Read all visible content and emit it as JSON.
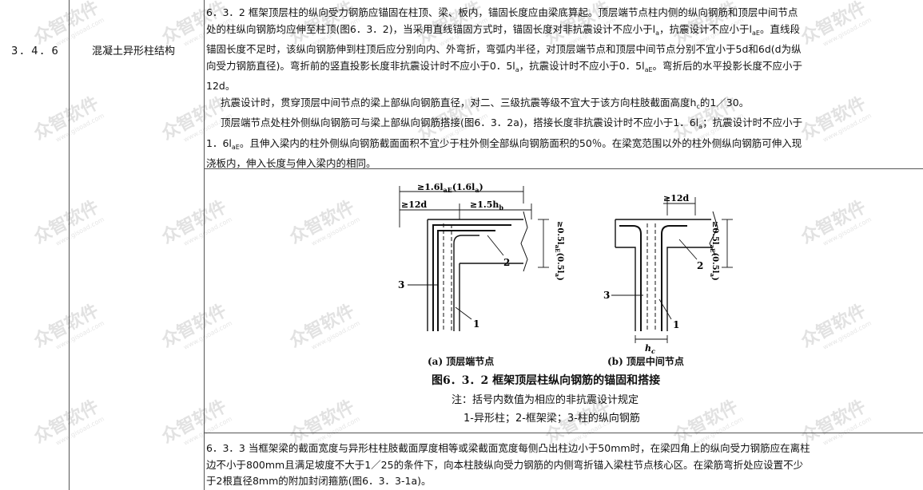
{
  "row": {
    "clause_no": "3．4．6",
    "clause_title": "混凝土异形柱结构"
  },
  "paragraphs": {
    "p1_a": "6．3．2 框架顶层柱的纵向受力钢筋应锚固在柱顶、梁、板内，锚固长度应由梁底算起。顶层端节点柱内侧的纵向钢筋和顶层中间节点",
    "p1_b": "处的柱纵向钢筋均应伸至柱顶(图6．3．2)，当采用直线锚固方式时，锚固长度对非抗震设计不应小于l",
    "p1_b_sub1": "a",
    "p1_b2": "，抗震设计不应小于l",
    "p1_b_sub2": "aE",
    "p1_b3": "。直线段",
    "p1_c": "锚固长度不足时，该纵向钢筋伸到柱顶后应分别向内、外弯折，弯弧内半径，对顶层端节点和顶层中间节点分别不宜小于5d和6d(d为纵",
    "p1_d": "向受力钢筋直径)。弯折前的竖直投影长度非抗震设计时不应小于0．5l",
    "p1_d_sub1": "a",
    "p1_d2": "，抗震设计时不应小于0．5l",
    "p1_d_sub2": "aE",
    "p1_d3": "。弯折后的水平投影长度不应小于",
    "p1_e": "12d。",
    "p2": "抗震设计时，贯穿顶层中间节点的梁上部纵向钢筋直径，对二、三级抗震等级不宜大于该方向柱肢截面高度h",
    "p2_sub": "c",
    "p2_b": "的1／30。",
    "p3_a": "顶层端节点处柱外侧纵向钢筋可与梁上部纵向钢筋搭接(图6．3．2a)，搭接长度非抗震设计时不应小于1．6l",
    "p3_a_sub": "a",
    "p3_a2": "；抗震设计时不应小于",
    "p3_b": "1．6l",
    "p3_b_sub": "aE",
    "p3_b2": "。且伸入梁内的柱外侧纵向钢筋截面面积不宜少于柱外侧全部纵向钢筋面积的50％。在梁宽范围以外的柱外侧纵向钢筋可伸入现",
    "p3_c": "浇板内，伸入长度与伸入梁内的相同。",
    "p4_a": "6．3．3 当框架梁的截面宽度与异形柱柱肢截面厚度相等或梁截面宽度每侧凸出柱边小于50mm时，在梁四角上的纵向受力钢筋应在离柱",
    "p4_b": "边不小于800mm且满足坡度不大于1／25的条件下，向本柱肢纵向受力钢筋的内侧弯折锚入梁柱节点核心区。在梁筋弯折处应设置不少",
    "p4_c": "于2根直径8mm的附加封闭箍筋(图6．3．3-1a)。"
  },
  "figure": {
    "label_a_top": "≥1.6l",
    "label_a_top_sub": "aE",
    "label_a_top_paren": "(1.6l",
    "label_a_top_paren_sub": "a",
    "label_a_top_close": ")",
    "label_a_12d": "≥12d",
    "label_a_hb": "≥1.5h",
    "label_a_hb_sub": "b",
    "label_a_vert": "≥0.5l",
    "label_a_vert_sub": "aE",
    "label_a_vert_paren": "(0.5l",
    "label_a_vert_paren_sub": "a",
    "label_a_vert_close": ")",
    "label_b_12d": "≥12d",
    "label_b_vert": "≥0.5l",
    "label_b_vert_sub": "aE",
    "label_b_vert_paren": "(0.5l",
    "label_b_vert_paren_sub": "a",
    "label_b_vert_close": ")",
    "label_b_hc": "h",
    "label_b_hc_sub": "c",
    "num1": "1",
    "num2": "2",
    "num3": "3",
    "sub_a": "(a) 顶层端节点",
    "sub_b": "(b) 顶层中间节点",
    "caption": "图6．3．2 框架顶层柱纵向钢筋的锚固和搭接",
    "note": "注：括号内数值为相应的非抗震设计规定",
    "legend": "1-异形柱；2-框架梁；3-柱的纵向钢筋"
  },
  "watermark": {
    "text": "众智软件",
    "url": "www.gisoad.com"
  }
}
